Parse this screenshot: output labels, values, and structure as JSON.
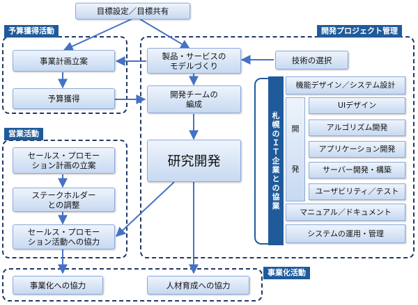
{
  "regions": {
    "budget": "予算獲得活動",
    "dev": "開発プロジェクト管理",
    "sales": "営業活動",
    "commercial": "事業化活動"
  },
  "nodes": {
    "goal": "目標設定／目標共有",
    "plan": "事業計画立案",
    "budget": "予算獲得",
    "model": "製品・サービスの\nモデルづくり",
    "tech": "技術の選択",
    "team": "開発チームの\n編成",
    "rnd": "研究開発",
    "sp_plan": "セールス・プロモー\nション計画の立案",
    "stakeholder": "ステークホルダー\nとの調整",
    "sp_coop": "セールス・プロモー\nション活動への協力",
    "comm_coop": "事業化への協力",
    "hr_coop": "人材育成への協力"
  },
  "collab": {
    "label": "札幌のＩＴ企業との協業",
    "items": [
      "機能デザイン／システム設計",
      "UIデザイン",
      "アルゴリズム開発",
      "アプリケーション開発",
      "サーバー開発・構築",
      "ユーザビリティ／テスト",
      "マニュアル／ドキュメント",
      "システムの運用・管理"
    ],
    "kaihatsu": [
      "開",
      "発"
    ]
  },
  "colors": {
    "accent": "#1f5b9b",
    "arrow": "#4472c4",
    "border": "#1f3864"
  }
}
